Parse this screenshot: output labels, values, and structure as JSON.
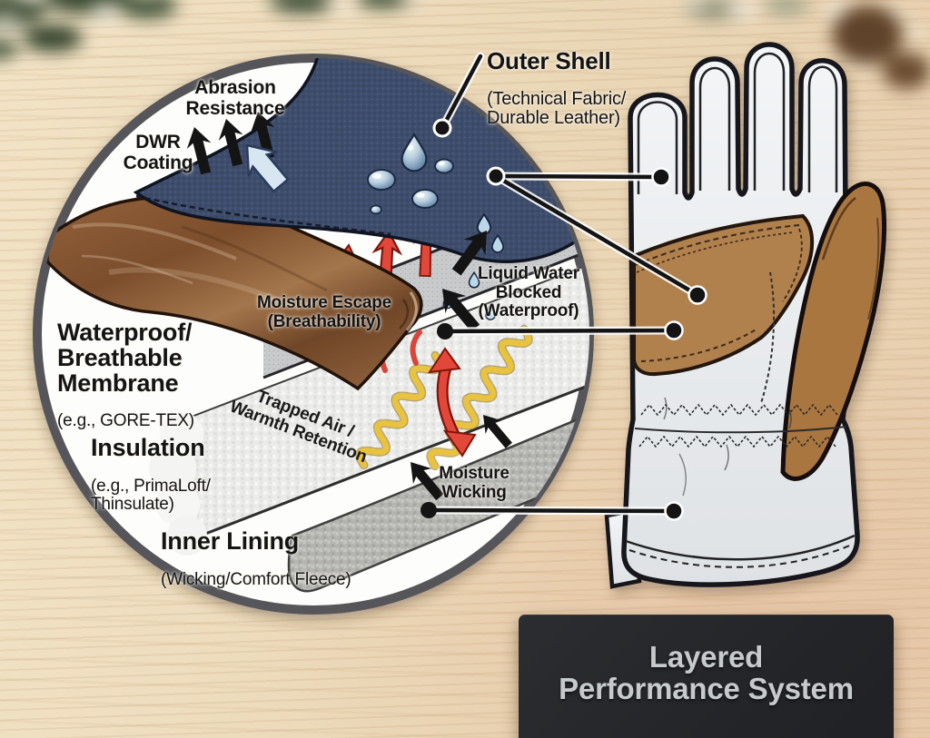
{
  "labels": {
    "outer_shell": {
      "title": "Outer Shell",
      "subtitle": "(Technical Fabric/\nDurable Leather)"
    },
    "abrasion": "Abrasion\nResistance",
    "dwr": "DWR\nCoating",
    "moisture_escape": "Moisture Escape\n(Breathability)",
    "liquid_water": "Liquid Water\nBlocked\n(Waterproof)",
    "membrane": {
      "title": "Waterproof/\nBreathable\nMembrane",
      "subtitle": "(e.g., GORE-TEX)"
    },
    "insulation": {
      "title": "Insulation",
      "subtitle": "(e.g., PrimaLoft/\nThinsulate)"
    },
    "trapped_air": "Trapped Air /\nWarmth Retention",
    "moisture_wicking": "Moisture\nWicking",
    "inner_lining": {
      "title": "Inner Lining",
      "subtitle": "(Wicking/Comfort Fleece)"
    },
    "title_card": "Layered\nPerformance System"
  },
  "colors": {
    "wood_bg": "#ead7b6",
    "fabric_navy": "#3e4d6b",
    "leather_brown": "#8a5a38",
    "membrane_gray": "#c9cbcd",
    "insulation_gray": "#ebebe9",
    "lining_gray": "#b4b4b1",
    "glove_shell": "#eef0f2",
    "glove_palm": "#b0804d",
    "glove_palm_dark": "#a9763f",
    "arrow_red": "#e2483a",
    "arrow_black": "#141414",
    "squiggle_yellow": "#eac33e",
    "droplet_blue": "#bcd8e8",
    "card_bg": "#232528",
    "card_text": "#c7cacc",
    "ring_gray": "#57575a"
  },
  "icons": {
    "water_droplet_icon": "teardrop",
    "rain_droplet_icon": "small teardrop",
    "up_arrow_icon": "solid arrow",
    "double_arrow_icon": "two-headed arrow",
    "heat_squiggle_icon": "sine wave",
    "leader_dot_icon": "filled circle"
  }
}
